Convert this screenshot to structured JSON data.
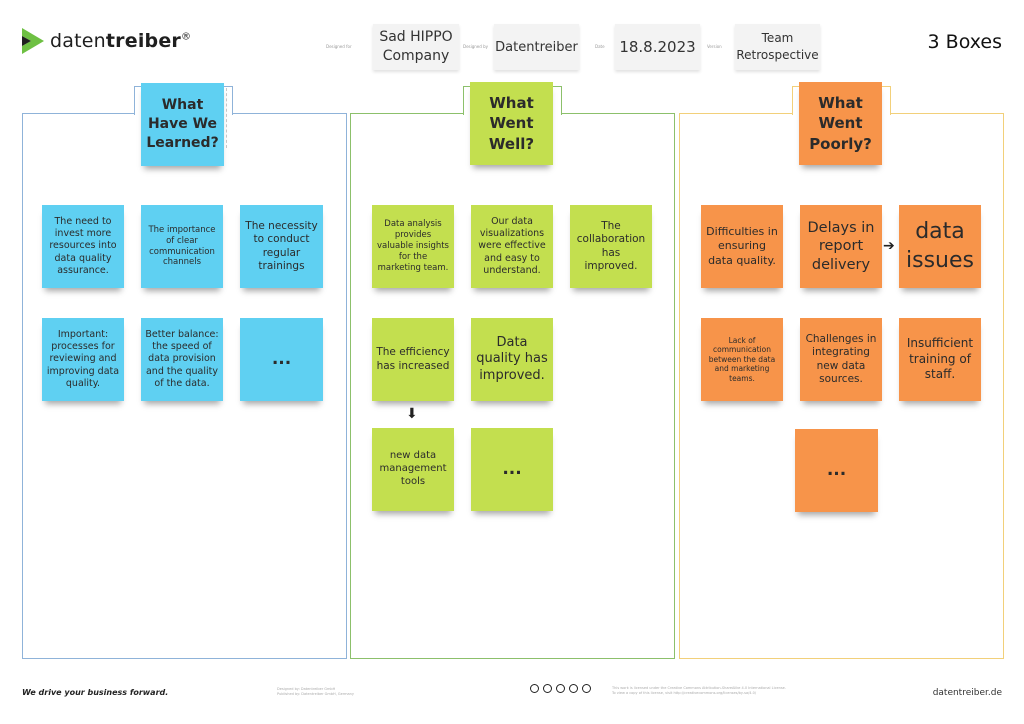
{
  "brand": {
    "logo_regular": "daten",
    "logo_bold": "treiber",
    "logo_mark": "®"
  },
  "meta": {
    "designed_for_label": "Designed for",
    "designed_for_value": "Sad HIPPO Company",
    "designed_by_label": "Designed by",
    "designed_by_value": "Datentreiber",
    "date_label": "Date",
    "date_value": "18.8.2023",
    "version_label": "Version",
    "version_value": "Team Retrospective"
  },
  "page_title": "3 Boxes",
  "columns": {
    "learned": {
      "title": "What Have We Learned?",
      "notes": [
        "The need to invest more resources into data quality assurance.",
        "The importance of clear communication channels",
        "The necessity to conduct regular trainings",
        "Important: processes for reviewing and improving data quality.",
        "Better balance: the speed of data provision and the quality of the data.",
        "..."
      ]
    },
    "well": {
      "title": "What Went Well?",
      "notes": [
        "Data analysis provides valuable insights for the marketing team.",
        "Our data visualizations were effective and easy to understand.",
        "The collaboration has improved.",
        "The efficiency has increased",
        "Data quality has improved.",
        "new data management tools",
        "..."
      ]
    },
    "poorly": {
      "title": "What Went Poorly?",
      "notes": [
        "Difficulties in ensuring data quality.",
        "Delays in report delivery",
        "data issues",
        "Lack of communication between the data and marketing teams.",
        "Challenges in integrating new data sources.",
        "Insufficient training of staff.",
        "..."
      ]
    }
  },
  "arrows": {
    "right": "➔",
    "down": "⬇"
  },
  "footer": {
    "tagline": "We drive your business forward.",
    "credit_line1": "Designed by: Datentreiber GmbH",
    "credit_line2": "Published by: Datentreiber GmbH, Germany",
    "license_line1": "This work is licensed under the Creative Commons Attribution-ShareAlike 4.0 International License.",
    "license_line2": "To view a copy of this license, visit http://creativecommons.org/licenses/by-sa/4.0/",
    "url": "datentreiber.de"
  },
  "colors": {
    "blue_border": "#8fb3d9",
    "green_border": "#8cc06b",
    "orange_border": "#f2d07a",
    "blue_note": "#5fd0f2",
    "green_note": "#c3df4f",
    "orange_note": "#f7944a"
  }
}
